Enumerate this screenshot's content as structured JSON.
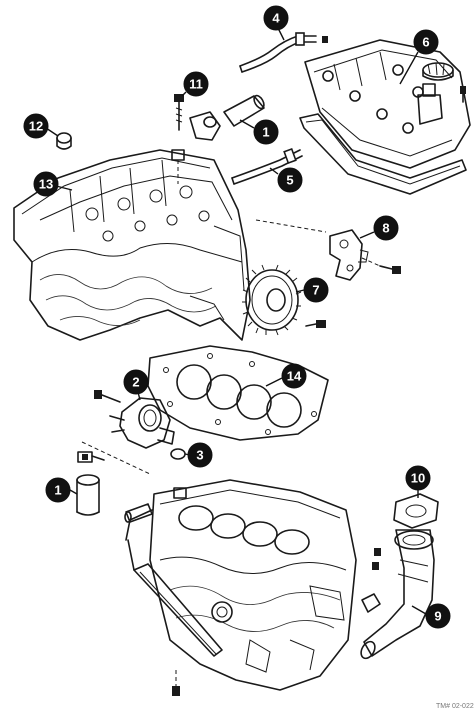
{
  "callouts": [
    {
      "id": "callout-1-hose-top",
      "label": "1"
    },
    {
      "id": "callout-1-pipe-bottom",
      "label": "1"
    },
    {
      "id": "callout-2-thermostat-housing",
      "label": "2"
    },
    {
      "id": "callout-3-o-ring",
      "label": "3"
    },
    {
      "id": "callout-4-upper-hose",
      "label": "4"
    },
    {
      "id": "callout-5-lower-hose",
      "label": "5"
    },
    {
      "id": "callout-6-valve-cover",
      "label": "6"
    },
    {
      "id": "callout-7-camshaft-sprocket",
      "label": "7"
    },
    {
      "id": "callout-8-bracket",
      "label": "8"
    },
    {
      "id": "callout-9-water-outlet-pipe",
      "label": "9"
    },
    {
      "id": "callout-10-gasket",
      "label": "10"
    },
    {
      "id": "callout-11-bolt",
      "label": "11"
    },
    {
      "id": "callout-12-plug",
      "label": "12"
    },
    {
      "id": "callout-13-cylinder-head",
      "label": "13"
    },
    {
      "id": "callout-14-head-gasket",
      "label": "14"
    }
  ],
  "figure_code": "TM# 02-022",
  "colors": {
    "ink": "#1a1a1a",
    "callout_fill": "#111111",
    "callout_text": "#ffffff",
    "background": "#ffffff"
  }
}
